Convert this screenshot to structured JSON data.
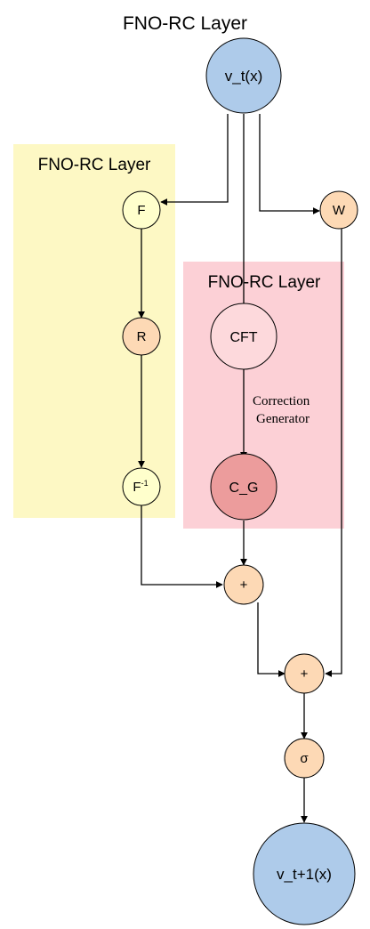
{
  "title": "FNO-RC Layer",
  "groups": {
    "left": {
      "label": "FNO-RC Layer",
      "fill": "#fdf8c4"
    },
    "right": {
      "label": "FNO-RC Layer",
      "fill": "#fcd0d6"
    }
  },
  "nodes": {
    "input": {
      "label": "v_t(x)",
      "fill": "#aecbea"
    },
    "fourier": {
      "label": "F",
      "fill": "#ffffcc"
    },
    "w": {
      "label": "W",
      "fill": "#fdd9b5"
    },
    "r": {
      "label": "R",
      "fill": "#fdd9b5"
    },
    "cft": {
      "label": "CFT",
      "fill": "#fdd9dc"
    },
    "inverse": {
      "label": "F",
      "superscript": "-1",
      "fill": "#ffffcc"
    },
    "cg": {
      "label": "C_G",
      "fill": "#ec9c9c"
    },
    "plus1": {
      "label": "+",
      "fill": "#fdd9b5"
    },
    "plus2": {
      "label": "+",
      "fill": "#fdd9b5"
    },
    "sigma": {
      "label": "σ",
      "fill": "#fdd9b5"
    },
    "output": {
      "label": "v_t+1(x)",
      "fill": "#aecbea"
    }
  },
  "edge_labels": {
    "cft_to_cg": [
      "Correction",
      "Generator"
    ]
  }
}
